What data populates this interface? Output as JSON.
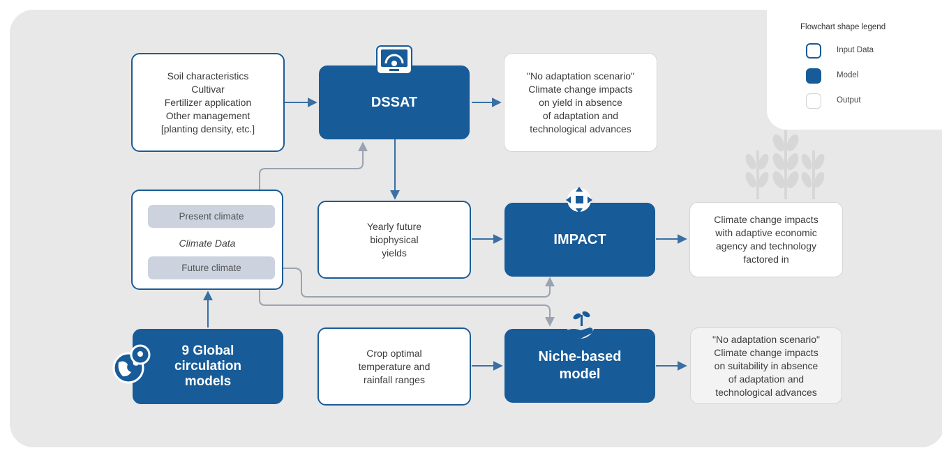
{
  "colors": {
    "canvas": "#e8e8e8",
    "model_fill": "#175b98",
    "input_border": "#1b5b97",
    "arrow_blue": "#3a6fa3",
    "arrow_gray": "#9aa3b0",
    "pill": "#ccd3df"
  },
  "legend": {
    "title": "Flowchart shape legend",
    "items": [
      "Input Data",
      "Model",
      "Output"
    ]
  },
  "inputs": {
    "soil": [
      "Soil characteristics",
      "Cultivar",
      "Fertilizer application",
      "Other management",
      "[planting density, etc.]"
    ],
    "climate": {
      "present": "Present climate",
      "label": "Climate Data",
      "future": "Future climate"
    },
    "yearly": [
      "Yearly future",
      "biophysical",
      "yields"
    ],
    "crop": [
      "Crop optimal",
      "temperature and",
      "rainfall ranges"
    ]
  },
  "models": {
    "dssat": "DSSAT",
    "impact": "IMPACT",
    "niche": [
      "Niche-based",
      "model"
    ],
    "gcm": [
      "9 Global",
      "circulation",
      "models"
    ]
  },
  "outputs": {
    "dssat": [
      "\"No adaptation scenario\"",
      "Climate change impacts",
      "on yield in absence",
      "of adaptation and",
      "technological advances"
    ],
    "impact": [
      "Climate change impacts",
      "with adaptive economic",
      "agency and technology",
      "factored in"
    ],
    "niche": [
      "\"No adaptation scenario\"",
      "Climate change impacts",
      "on suitability in absence",
      "of adaptation and",
      "technological advances"
    ]
  },
  "icons": [
    "computer-gear-icon",
    "arrows-cross-icon",
    "hand-plant-icon",
    "globe-pin-icon",
    "wheat-watermark-icon"
  ]
}
